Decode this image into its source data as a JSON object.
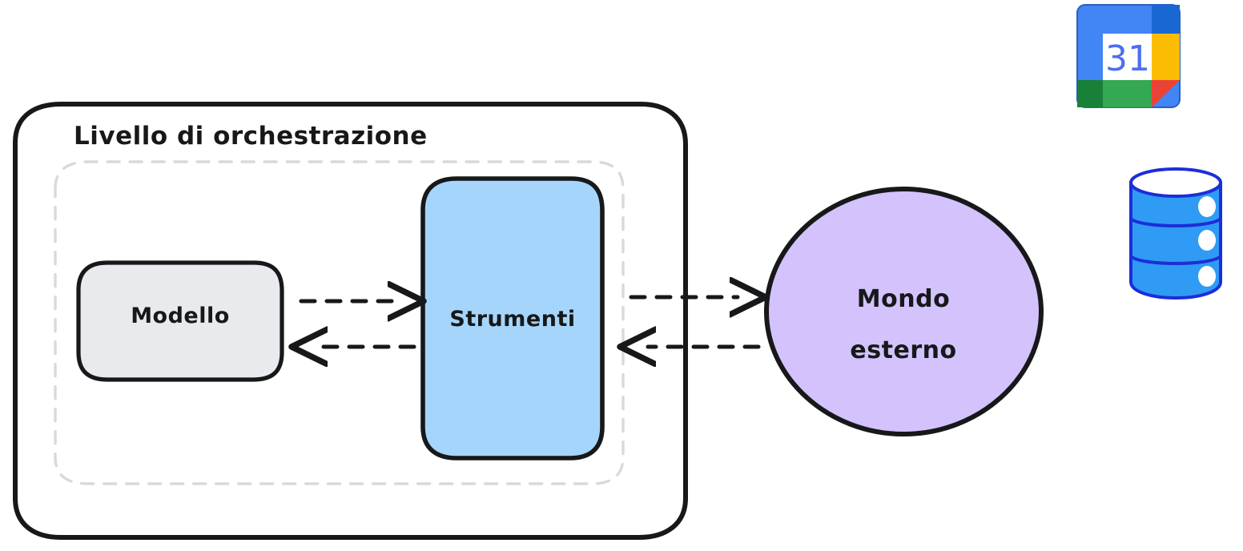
{
  "diagram": {
    "title": "Livello di orchestrazione",
    "background_color": "#ffffff",
    "stroke_color": "#17181a",
    "dashed_container_color": "#d7d9dc",
    "nodes": {
      "orchestration_layer": {
        "label": "Livello di orchestrazione",
        "shape": "rounded-rect",
        "fill": "#ffffff",
        "stroke": "#17181a"
      },
      "inner_dashed_group": {
        "label": "",
        "shape": "rounded-rect-dashed",
        "fill": "none",
        "stroke": "#d7d9dc"
      },
      "model": {
        "label": "Modello",
        "shape": "rounded-rect",
        "fill": "#e8eaed",
        "stroke": "#17181a"
      },
      "tools": {
        "label": "Strumenti",
        "shape": "rounded-rect",
        "fill": "#a6d5fc",
        "stroke": "#17181a"
      },
      "external_world": {
        "label_line1": "Mondo",
        "label_line2": "esterno",
        "shape": "circle",
        "fill": "#d4c2fc",
        "stroke": "#17181a"
      }
    },
    "connectors": [
      {
        "name": "model-to-tools",
        "direction": "right",
        "style": "dashed"
      },
      {
        "name": "tools-to-model",
        "direction": "left",
        "style": "dashed"
      },
      {
        "name": "tools-to-world",
        "direction": "right",
        "style": "dashed"
      },
      {
        "name": "world-to-tools",
        "direction": "left",
        "style": "dashed"
      }
    ],
    "icons": [
      {
        "name": "google-calendar-icon",
        "label": "31",
        "colors": {
          "blue": "#4285f4",
          "dark_blue": "#1967d2",
          "yellow": "#fbbc04",
          "green": "#34a853",
          "dark_green": "#188038",
          "red": "#ea4335",
          "number": "#4c6ef5",
          "face": "#ffffff"
        }
      },
      {
        "name": "database-icon",
        "label": "",
        "colors": {
          "body": "#2f9bf5",
          "stroke": "#1c2ed8",
          "top": "#ffffff",
          "dots": "#ffffff"
        }
      }
    ]
  }
}
